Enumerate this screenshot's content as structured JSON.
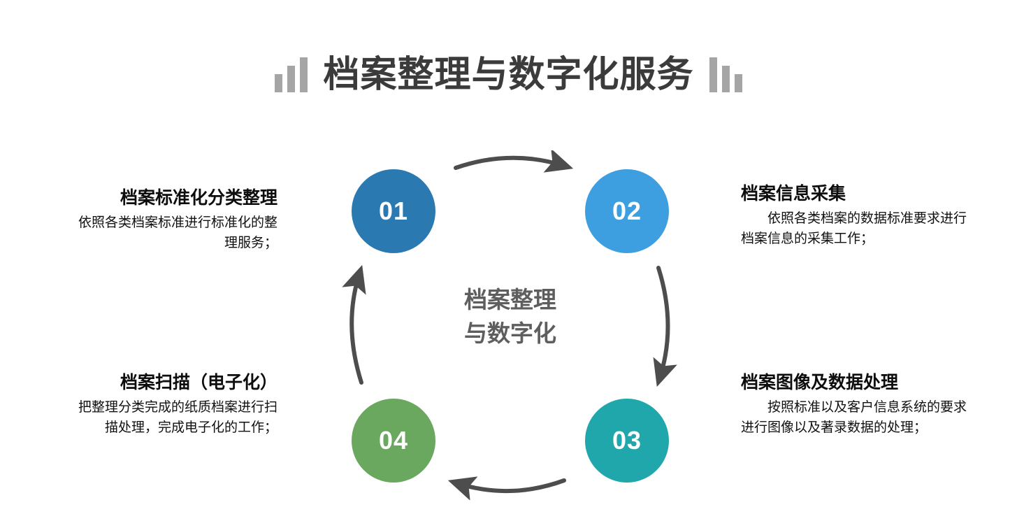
{
  "title": {
    "text": "档案整理与数字化服务",
    "color": "#3b3b3b",
    "decoration_left": "ascending-bars-icon",
    "decoration_right": "descending-bars-icon",
    "decoration_color": "#a5a5a5"
  },
  "center": {
    "line1": "档案整理",
    "line2": "与数字化",
    "color": "#5e5e5e"
  },
  "arrows": {
    "color": "#4d4d4d",
    "top": "arrow-right-icon",
    "right": "arrow-down-icon",
    "bottom": "arrow-left-icon",
    "left": "arrow-up-icon"
  },
  "steps": [
    {
      "number": "01",
      "color": "#2a79b0",
      "heading": "档案标准化分类整理",
      "body": "依照各类档案标准进行标准化的整理服务；",
      "align": "left"
    },
    {
      "number": "02",
      "color": "#3d9ee0",
      "heading": "档案信息采集",
      "body": "依照各类档案的数据标准要求进行档案信息的采集工作；",
      "align": "right"
    },
    {
      "number": "03",
      "color": "#1fa7ac",
      "heading": "档案图像及数据处理",
      "body": "按照标准以及客户信息系统的要求进行图像以及著录数据的处理；",
      "align": "right"
    },
    {
      "number": "04",
      "color": "#6aa860",
      "heading": "档案扫描（电子化）",
      "body": "把整理分类完成的纸质档案进行扫描处理，完成电子化的工作；",
      "align": "left"
    }
  ]
}
